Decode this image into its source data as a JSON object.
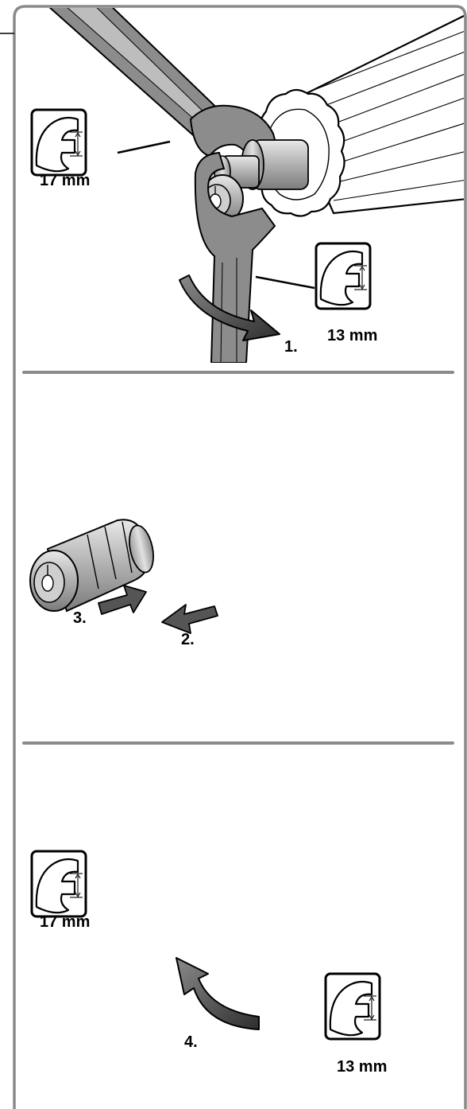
{
  "panels": [
    {
      "wrench_labels": [
        {
          "text": "17 mm"
        },
        {
          "text": "13 mm"
        }
      ],
      "step": "1."
    },
    {
      "steps": [
        "3.",
        "2."
      ]
    },
    {
      "wrench_labels": [
        {
          "text": "17 mm"
        },
        {
          "text": "13 mm"
        }
      ],
      "step": "4."
    }
  ],
  "colors": {
    "frame": "#8a8a8a",
    "wrench_fill": "#8c8c8c",
    "metal_light": "#d4d4d4",
    "metal_mid": "#a8a8a8",
    "arrow": "#555555"
  }
}
